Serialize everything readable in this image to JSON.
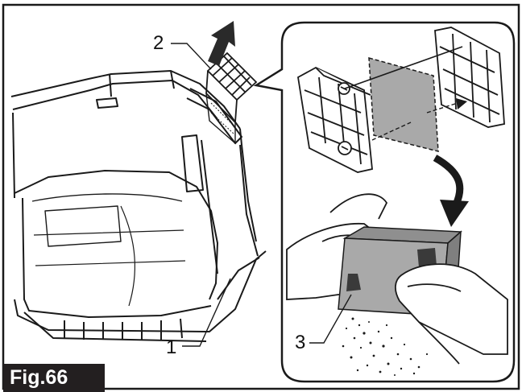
{
  "figure": {
    "label": "Fig.66",
    "callouts": {
      "one": "1",
      "two": "2",
      "three": "3"
    }
  },
  "colors": {
    "line": "#1a1a1a",
    "filter_fill": "#a9a9a9",
    "label_bg": "#231f20",
    "label_text": "#ffffff"
  }
}
